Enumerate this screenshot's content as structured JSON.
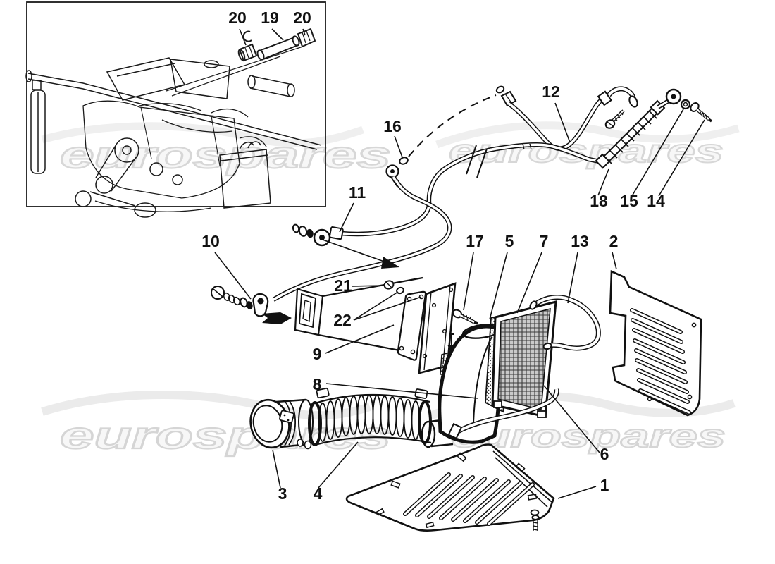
{
  "watermark": {
    "text": "eurospares",
    "fill": "#f7f7f7",
    "stroke": "#d7d7d7"
  },
  "ink_color": "#111111",
  "part_labels": {
    "n20a": "20",
    "n19": "19",
    "n20b": "20",
    "n16": "16",
    "n12": "12",
    "n18": "18",
    "n15": "15",
    "n14": "14",
    "n11": "11",
    "n10": "10",
    "n17": "17",
    "n5": "5",
    "n7": "7",
    "n13": "13",
    "n2": "2",
    "n21": "21",
    "n22": "22",
    "n9": "9",
    "n8": "8",
    "n6": "6",
    "n1": "1",
    "n3": "3",
    "n4": "4"
  }
}
